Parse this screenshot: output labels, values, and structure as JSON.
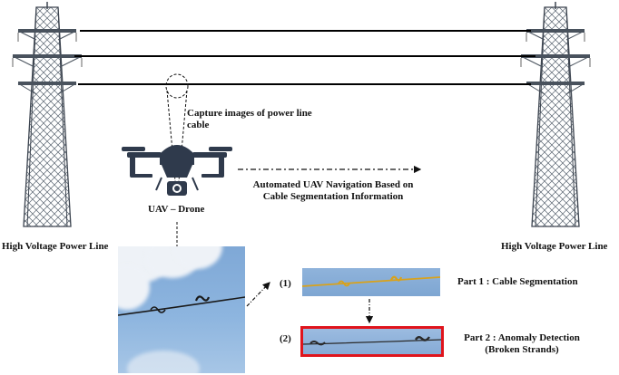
{
  "labels": {
    "capture": "Capture images of power line cable",
    "capture_line1": "Capture images of power line",
    "capture_line2": "cable",
    "uav": "UAV – Drone",
    "nav_line1": "Automated UAV Navigation Based on",
    "nav_line2": "Cable Segmentation Information",
    "tower_left": "High Voltage Power Line",
    "tower_right": "High Voltage Power Line",
    "step1_marker": "(1)",
    "step2_marker": "(2)",
    "part1": "Part 1 : Cable Segmentation",
    "part2_line1": "Part 2 : Anomaly Detection",
    "part2_line2": "(Broken Strands)"
  },
  "icons": [
    "power-tower-icon",
    "drone-icon",
    "camera-icon"
  ],
  "colors": {
    "cable": "#000000",
    "drone": "#2f3a4c",
    "segmentation_cable": "#d9a21b",
    "anomaly_border": "#e0141c",
    "sky": "#86abd6"
  }
}
